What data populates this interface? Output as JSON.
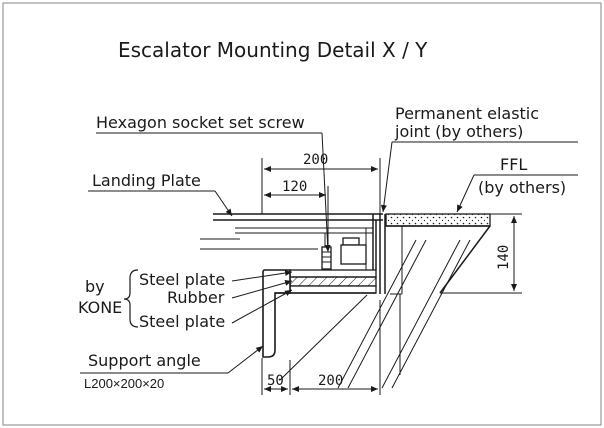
{
  "title": "Escalator Mounting Detail X / Y",
  "labels": {
    "set_screw": "Hexagon socket set screw",
    "joint_line1": "Permanent elastic",
    "joint_line2": "joint (by others)",
    "ffl_line1": "FFL",
    "ffl_line2": "(by others)",
    "landing_plate": "Landing Plate",
    "by": "by",
    "kone": "KONE",
    "steel_plate_top": "Steel plate",
    "rubber": "Rubber",
    "steel_plate_bottom": "Steel plate",
    "support_angle": "Support angle",
    "angle_size": "L200×200×20"
  },
  "dimensions": {
    "d200_top": "200",
    "d120": "120",
    "d140": "140",
    "d50": "50",
    "d200_bottom": "200"
  },
  "colors": {
    "line": "#1a1a1a",
    "frame": "#9a9a9a",
    "background": "#ffffff"
  }
}
